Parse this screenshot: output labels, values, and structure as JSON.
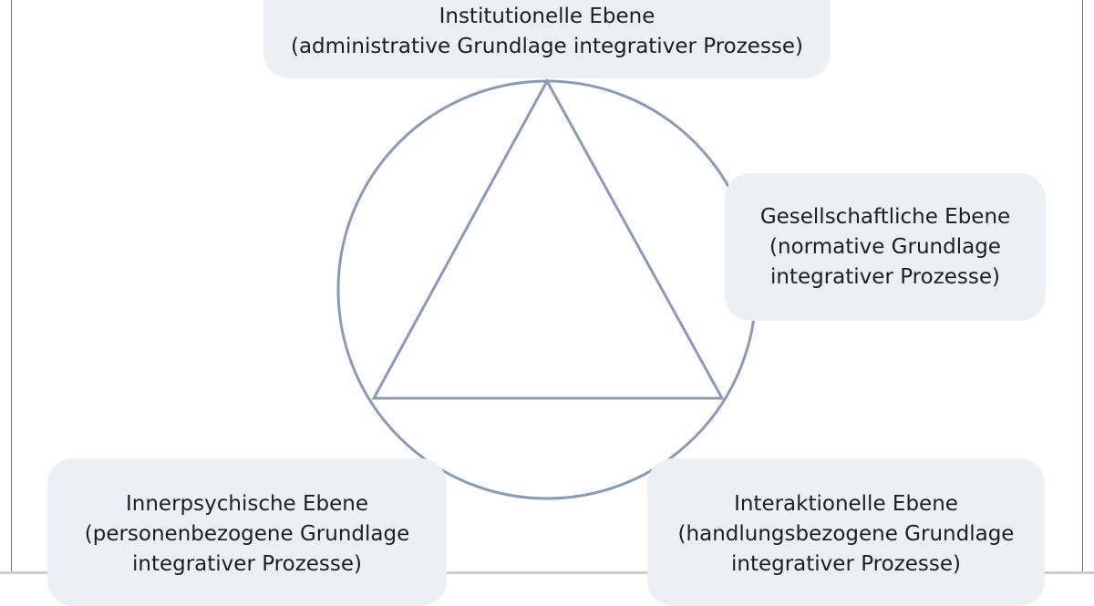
{
  "diagram": {
    "colors": {
      "stroke": "#8a9bb8",
      "box_fill": "#eceff3",
      "text": "#1e1e1e"
    },
    "levels": {
      "institutional": {
        "title": "Institutionelle Ebene",
        "line2": "(administrative Grundlage integrativer Prozesse)"
      },
      "societal": {
        "title": "Gesellschaftliche Ebene",
        "line2": "(normative Grundlage",
        "line3": "integrativer Prozesse)"
      },
      "intrapsychic": {
        "title": "Innerpsychische Ebene",
        "line2": "(personenbezogene Grundlage",
        "line3": "integrativer Prozesse)"
      },
      "interactional": {
        "title": "Interaktionelle Ebene",
        "line2": "(handlungsbezogene Grundlage",
        "line3": "integrativer Prozesse)"
      }
    }
  }
}
